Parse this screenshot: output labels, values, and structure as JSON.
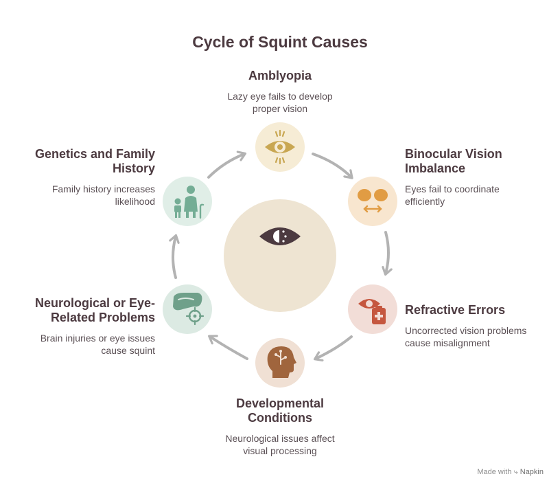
{
  "title": "Cycle of Squint Causes",
  "nodes": [
    {
      "key": "amblyopia",
      "title": "Amblyopia",
      "description": "Lazy eye fails to develop proper vision",
      "icon": "eye-lens-icon",
      "bg": "#f6ecd5",
      "fg": "#c9a752"
    },
    {
      "key": "binocular",
      "title": "Binocular Vision Imbalance",
      "description": "Eyes fail to coordinate efficiently",
      "icon": "binocular-eyes-icon",
      "bg": "#f8e6cf",
      "fg": "#e19c43"
    },
    {
      "key": "refractive",
      "title": "Refractive Errors",
      "description": "Uncorrected vision problems cause misalignment",
      "icon": "eye-clipboard-icon",
      "bg": "#f2ddd7",
      "fg": "#c5573f"
    },
    {
      "key": "developmental",
      "title": "Developmental Conditions",
      "description": "Neurological issues affect visual processing",
      "icon": "head-brain-icon",
      "bg": "#f0e0d4",
      "fg": "#a0653d"
    },
    {
      "key": "neurological",
      "title": "Neurological or Eye-Related Problems",
      "description": "Brain injuries or eye issues cause squint",
      "icon": "eye-target-icon",
      "bg": "#dceae3",
      "fg": "#6fa08a"
    },
    {
      "key": "genetics",
      "title": "Genetics and Family History",
      "description": "Family history increases likelihood",
      "icon": "family-icon",
      "bg": "#e0eee7",
      "fg": "#74ad95"
    }
  ],
  "center_icon": "squint-eye-icon",
  "colors": {
    "center_bg": "#eee4d2",
    "center_fg": "#4c3a40",
    "arrow": "#b3b3b3"
  },
  "footer": {
    "prefix": "Made with",
    "brand": "Napkin"
  }
}
